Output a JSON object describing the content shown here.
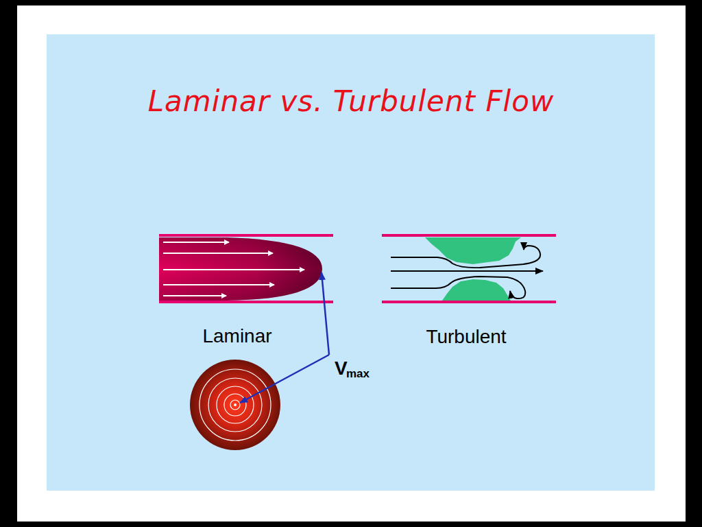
{
  "diagram": {
    "title": "Laminar vs. Turbulent Flow",
    "labels": [
      "Laminar",
      "Turbulent",
      "V",
      "max"
    ]
  }
}
